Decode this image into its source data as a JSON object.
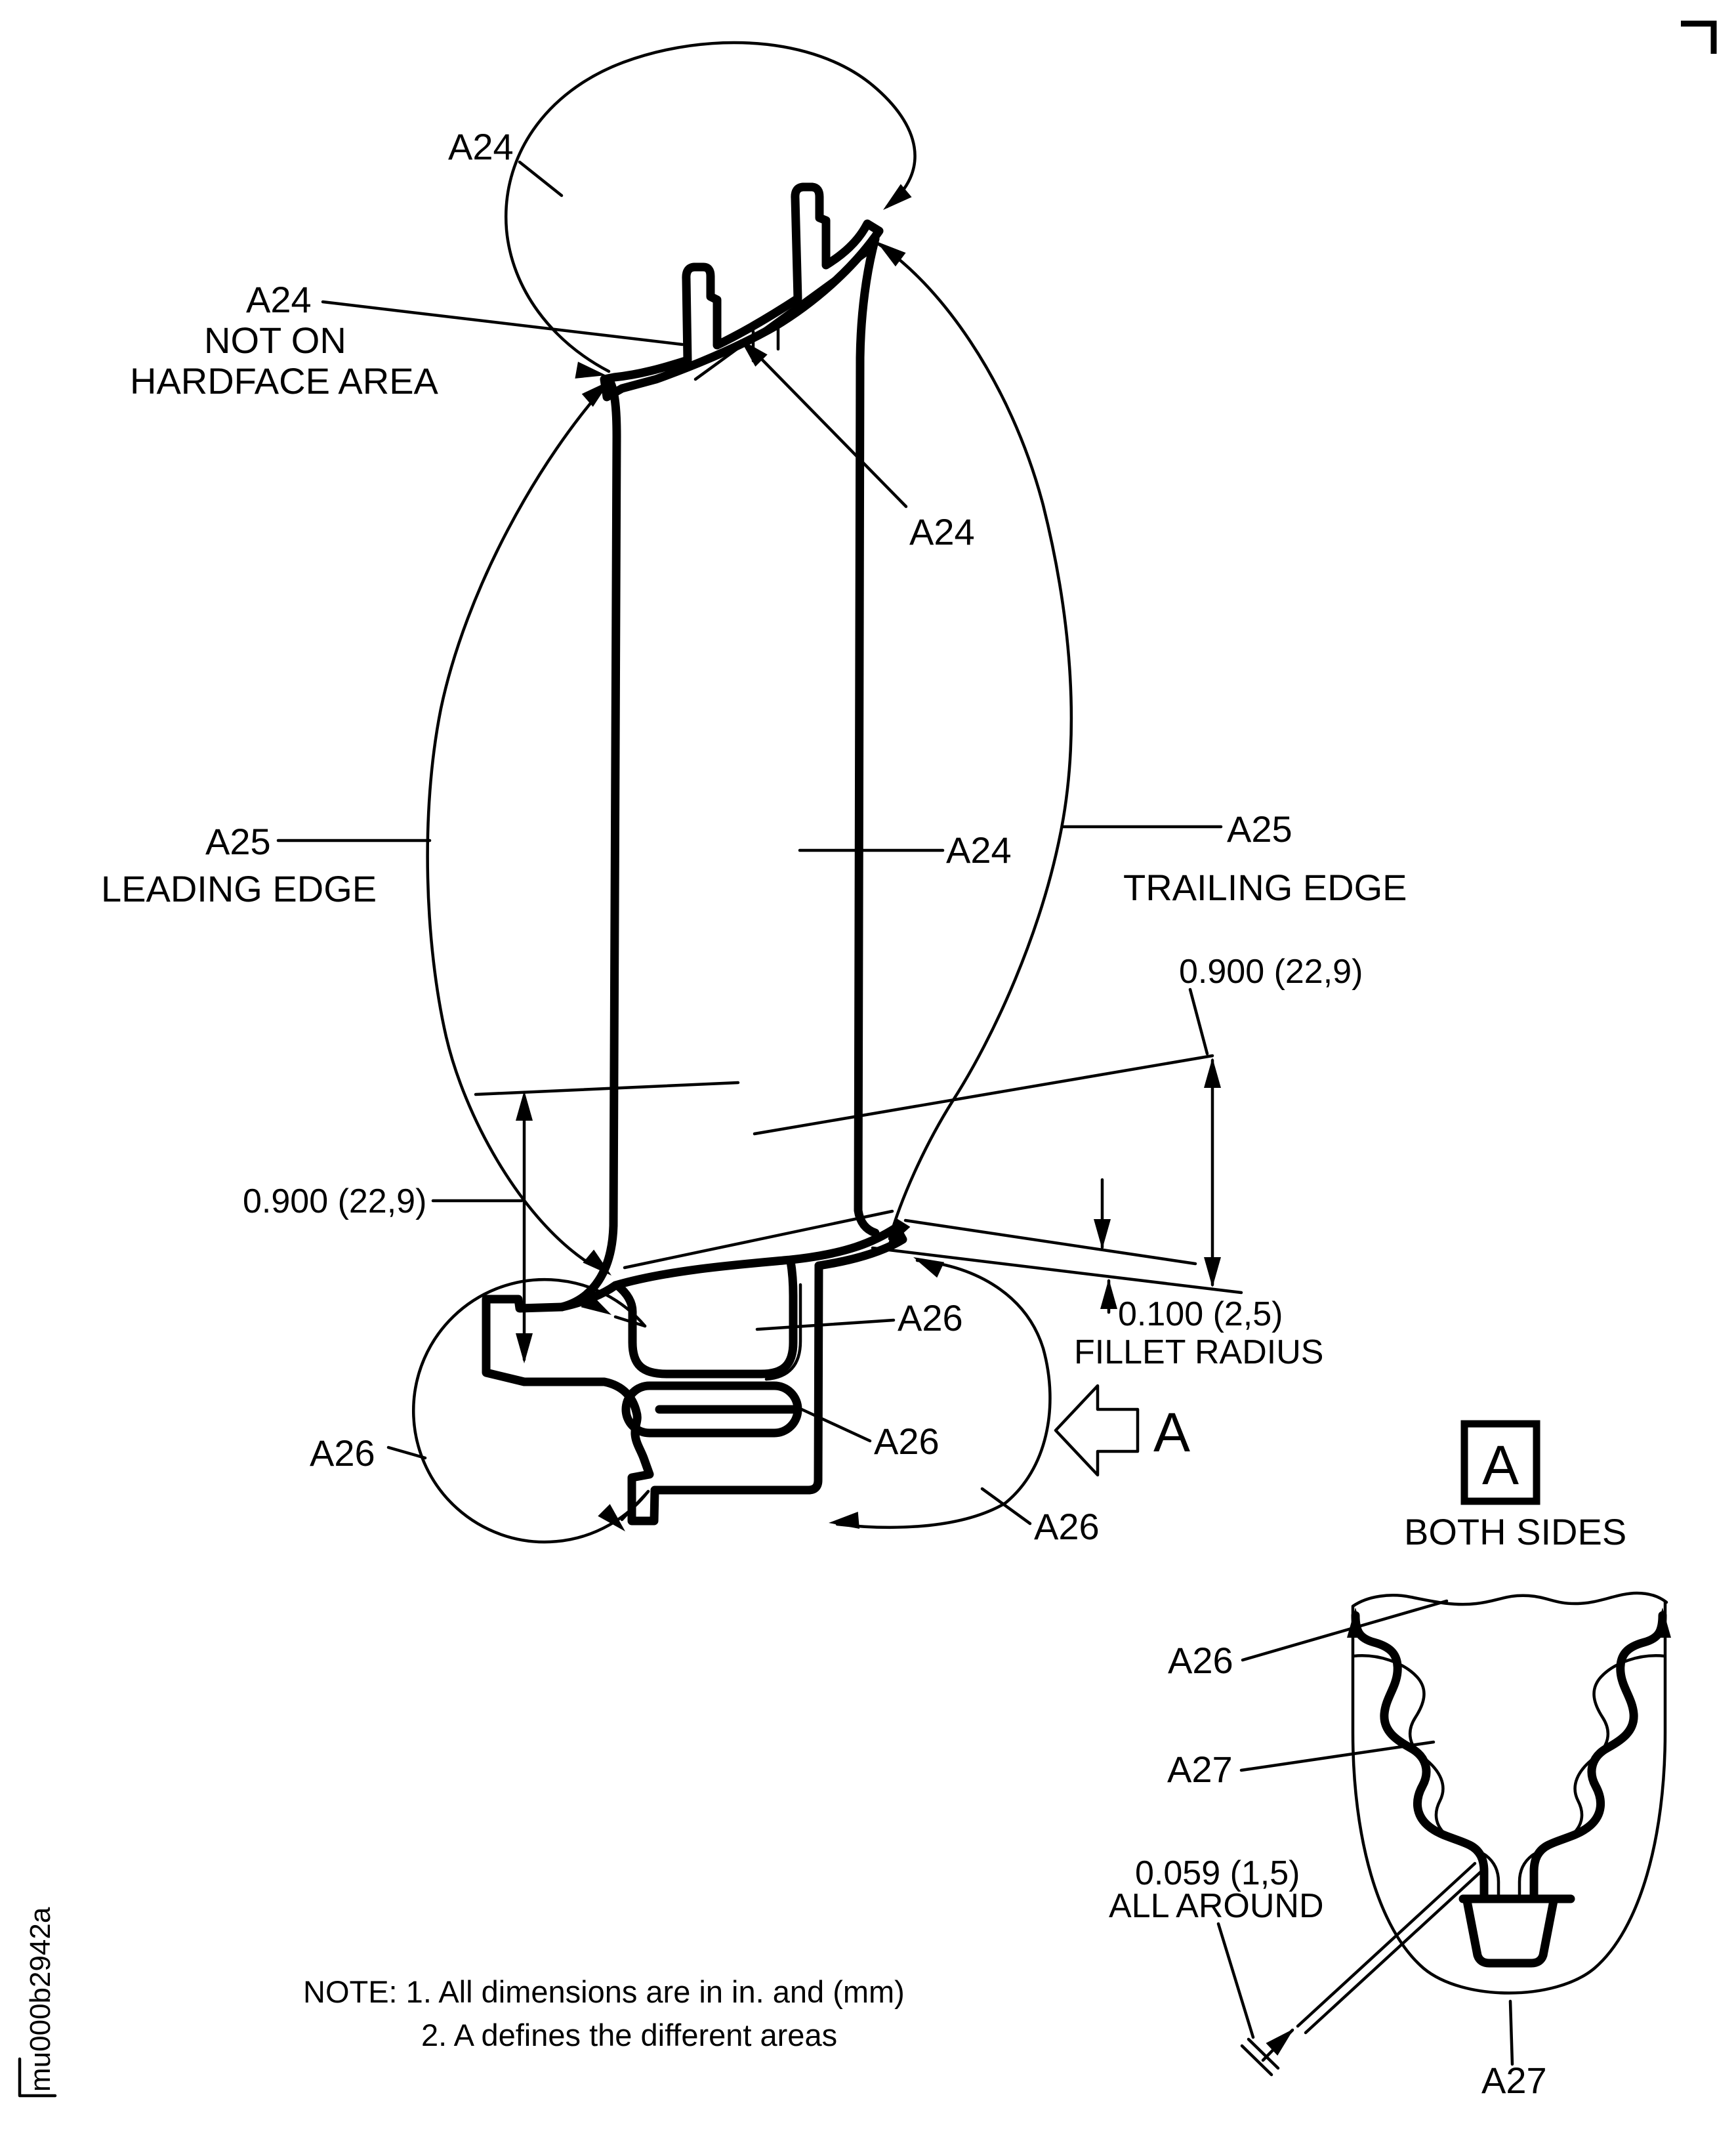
{
  "doc_number": "mu000b2942a",
  "labels": {
    "a24_zone": "A24",
    "a24_note_1": "A24",
    "a24_note_2": "NOT ON",
    "a24_note_3": "HARDFACE AREA",
    "a24_mid": "A24",
    "a24_body": "A24",
    "a25_le_1": "A25",
    "a25_le_2": "LEADING EDGE",
    "a25_te_1": "A25",
    "a25_te_2": "TRAILING EDGE",
    "a26_left": "A26",
    "a26_pocket": "A26",
    "a26_slot": "A26",
    "a26_right": "A26",
    "detail_a26": "A26",
    "detail_a27": "A27",
    "detail_a27_bottom": "A27"
  },
  "dimensions": {
    "dim_left": "0.900 (22,9)",
    "dim_right": "0.900 (22,9)",
    "fillet_value": "0.100 (2,5)",
    "fillet_caption": "FILLET RADIUS",
    "allaround_value": "0.059 (1,5)",
    "allaround_caption": "ALL AROUND"
  },
  "view": {
    "arrow_letter": "A",
    "box_letter": "A",
    "both_sides": "BOTH SIDES"
  },
  "notes": {
    "line1": "NOTE: 1. All dimensions are in in. and (mm)",
    "line2": "2. A defines the different areas"
  },
  "colors": {
    "ink": "#000000",
    "paper": "#ffffff"
  }
}
